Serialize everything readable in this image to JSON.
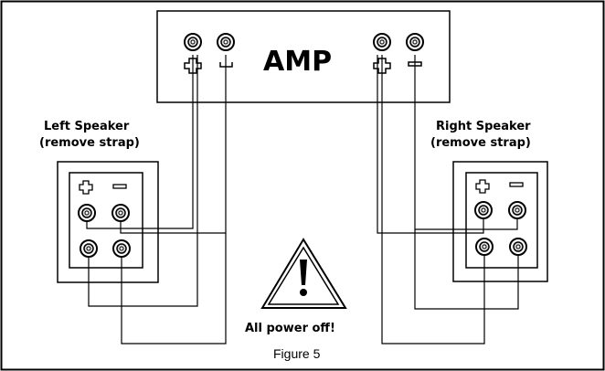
{
  "amp": {
    "label": "AMP"
  },
  "left_speaker": {
    "title": "Left Speaker",
    "subtitle": "(remove strap)"
  },
  "right_speaker": {
    "title": "Right Speaker",
    "subtitle": "(remove strap)"
  },
  "warning": {
    "text": "All power off!"
  },
  "caption": "Figure 5",
  "colors": {
    "ink": "#000000",
    "panel": "#ffffff",
    "jack_fill": "#d9d9d9"
  }
}
